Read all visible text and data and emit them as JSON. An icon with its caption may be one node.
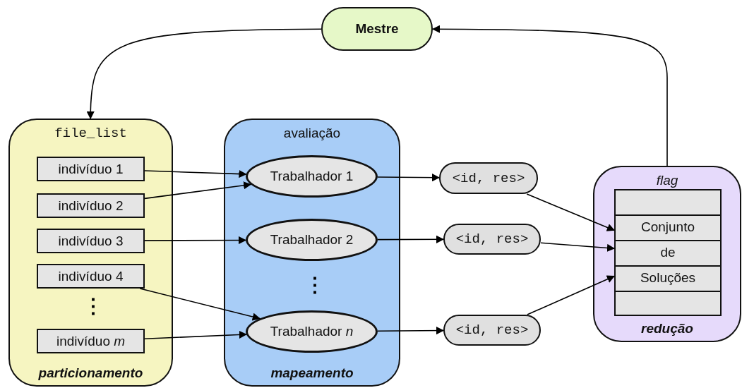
{
  "diagram": {
    "nodes": [
      {
        "text": [
          "Mestre"
        ]
      },
      {
        "text": [
          "file_list",
          "particionamento"
        ]
      },
      {
        "text": [
          "indivíduo 1"
        ],
        "in": 1
      },
      {
        "text": [
          "indivíduo 2"
        ],
        "in": 1
      },
      {
        "text": [
          "indivíduo 3"
        ],
        "in": 1
      },
      {
        "text": [
          "indivíduo 4"
        ],
        "in": 1
      },
      {
        "text": [
          "indivíduo *m*"
        ],
        "in": 1
      },
      {
        "text": [
          "avaliação",
          "mapeamento"
        ]
      },
      {
        "text": [
          "Trabalhador 1"
        ],
        "in": 7
      },
      {
        "text": [
          "Trabalhador 2"
        ],
        "in": 7
      },
      {
        "text": [
          "Trabalhador *n*"
        ],
        "in": 7
      },
      {
        "text": [
          "<id, res>"
        ]
      },
      {
        "text": [
          "<id, res>"
        ]
      },
      {
        "text": [
          "<id, res>"
        ]
      },
      {
        "text": [
          "flag",
          "redução"
        ]
      },
      {
        "text": [
          "Conjunto de Soluções"
        ],
        "in": 14
      }
    ],
    "edges": [
      {
        "from": 0,
        "to": 1,
        "arrow": "to"
      },
      {
        "from": 14,
        "to": 0,
        "arrow": "to"
      },
      {
        "from": 2,
        "to": 8,
        "arrow": "to"
      },
      {
        "from": 3,
        "to": 8,
        "arrow": "to"
      },
      {
        "from": 4,
        "to": 9,
        "arrow": "to"
      },
      {
        "from": 5,
        "to": 10,
        "arrow": "to"
      },
      {
        "from": 6,
        "to": 10,
        "arrow": "to"
      },
      {
        "from": 8,
        "to": 11,
        "arrow": "to"
      },
      {
        "from": 9,
        "to": 12,
        "arrow": "to"
      },
      {
        "from": 10,
        "to": 13,
        "arrow": "to"
      },
      {
        "from": 11,
        "to": 15,
        "arrow": "to"
      },
      {
        "from": 12,
        "to": 15,
        "arrow": "to"
      },
      {
        "from": 13,
        "to": 15,
        "arrow": "to"
      }
    ],
    "labels": [
      "⋮",
      "⋮"
    ]
  }
}
